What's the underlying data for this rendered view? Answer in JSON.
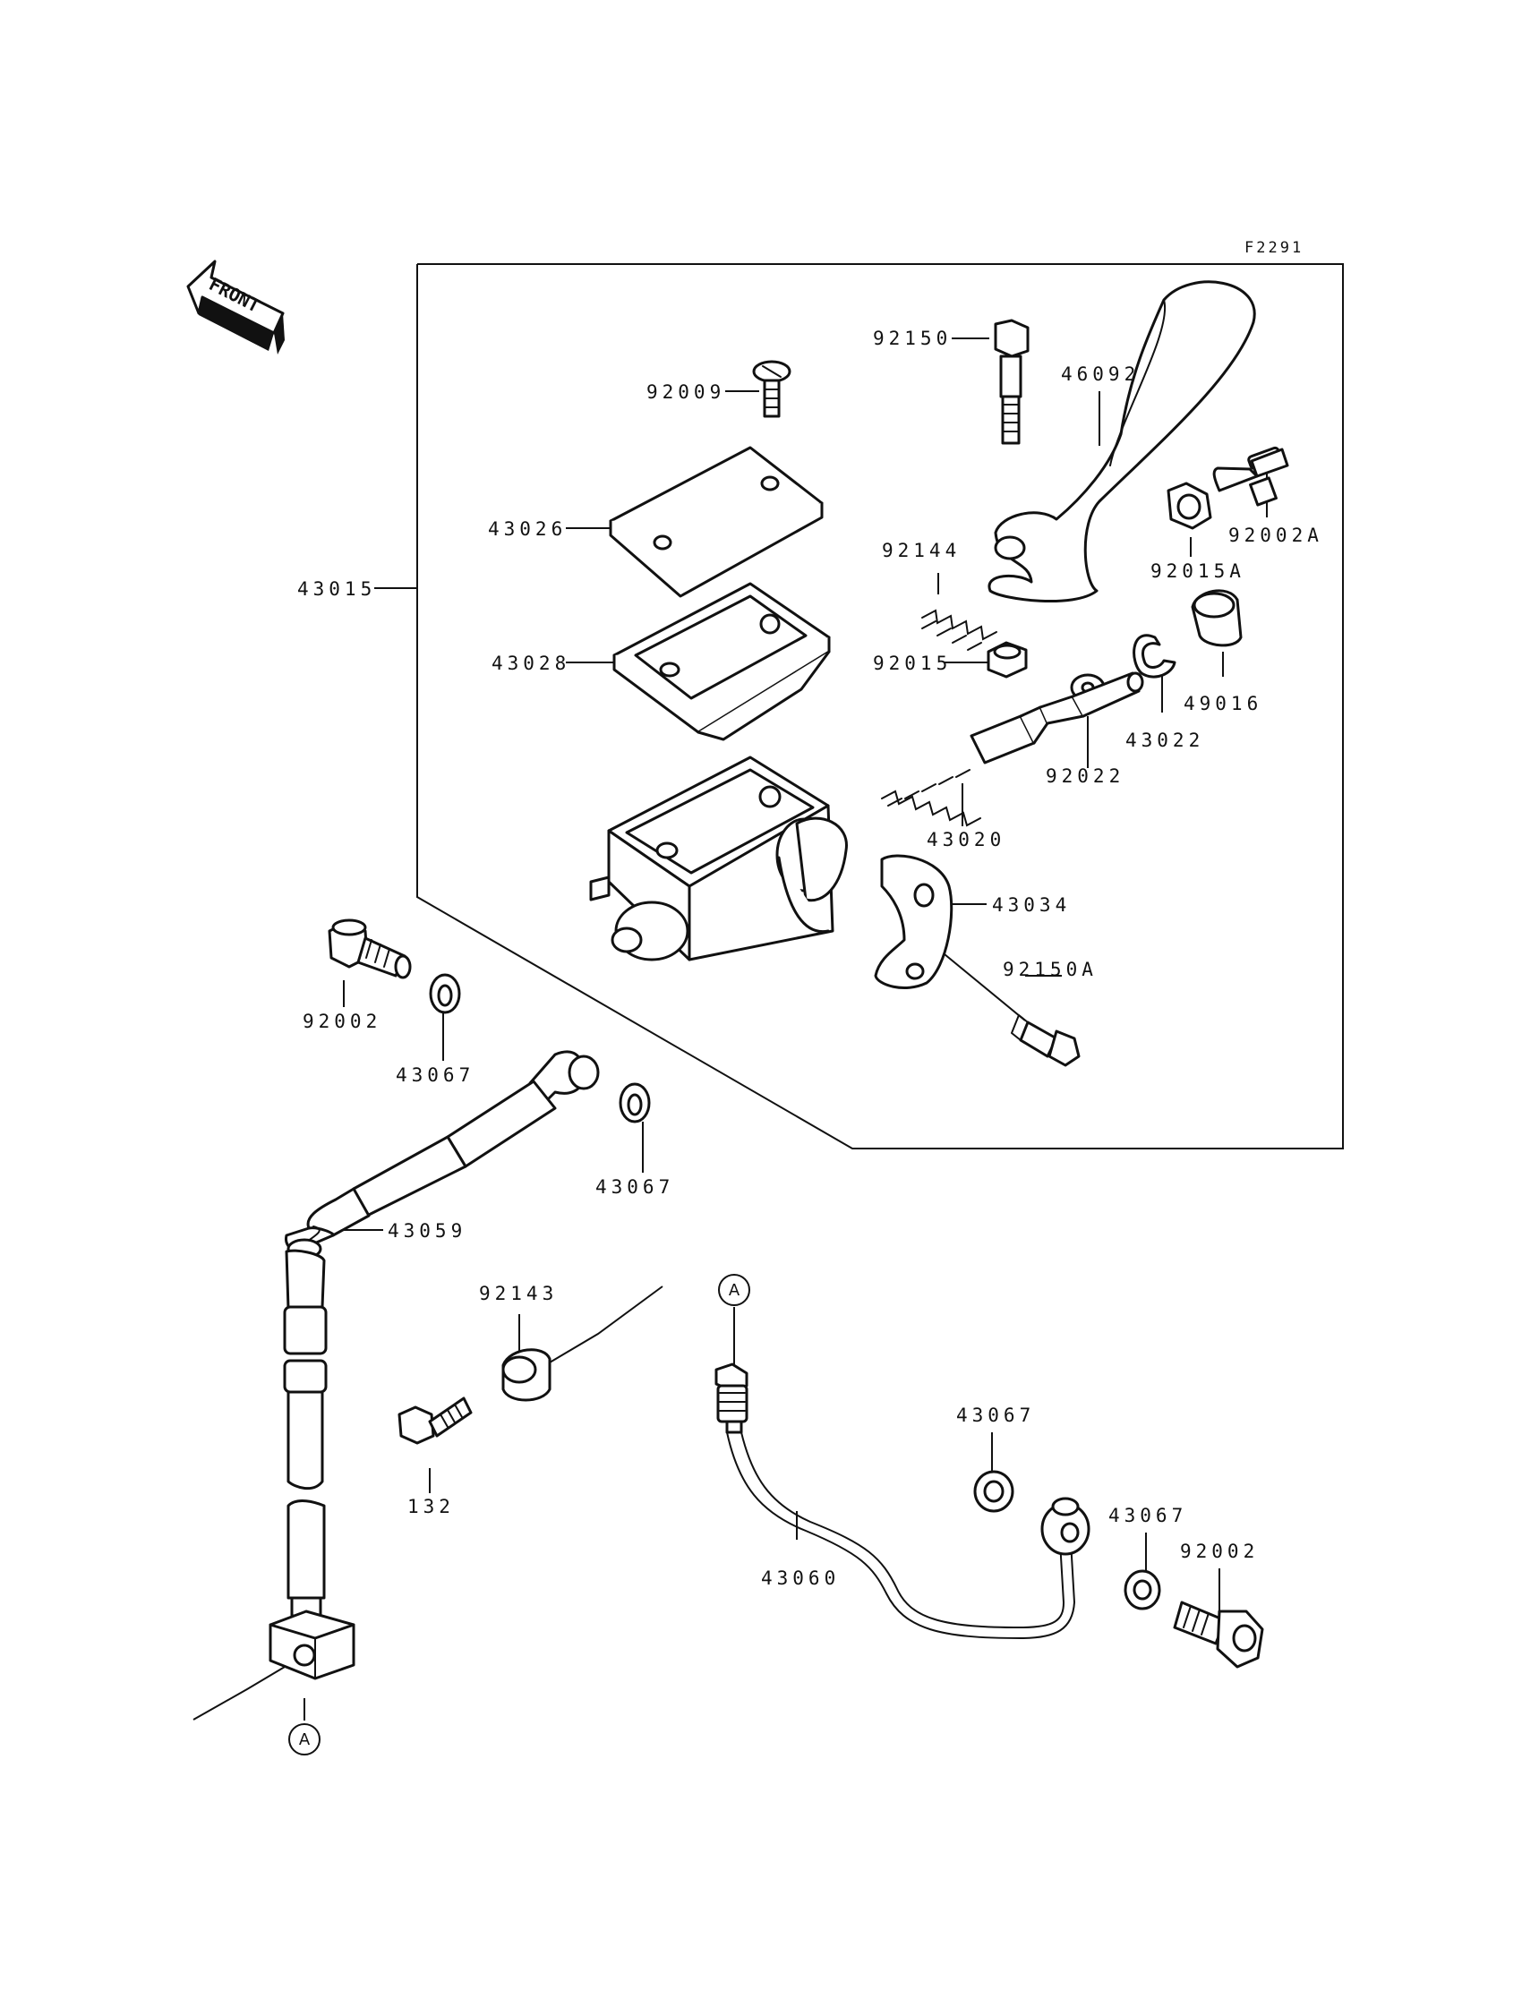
{
  "figure_code": "F2291",
  "front_label": "FRONT",
  "ref_mark": "A",
  "parts": {
    "p92150": "92150",
    "p46092": "46092",
    "p92009": "92009",
    "p43026": "43026",
    "p92002A": "92002A",
    "p92144": "92144",
    "p92015A": "92015A",
    "p43015": "43015",
    "p43028": "43028",
    "p92015": "92015",
    "p49016": "49016",
    "p43022": "43022",
    "p92022": "92022",
    "p43020": "43020",
    "p43034": "43034",
    "p92150A": "92150A",
    "p92002_top": "92002",
    "p43067_a": "43067",
    "p43067_b": "43067",
    "p43059": "43059",
    "p92143": "92143",
    "p132": "132",
    "p43067_c": "43067",
    "p43060": "43060",
    "p43067_d": "43067",
    "p92002_bottom": "92002"
  }
}
